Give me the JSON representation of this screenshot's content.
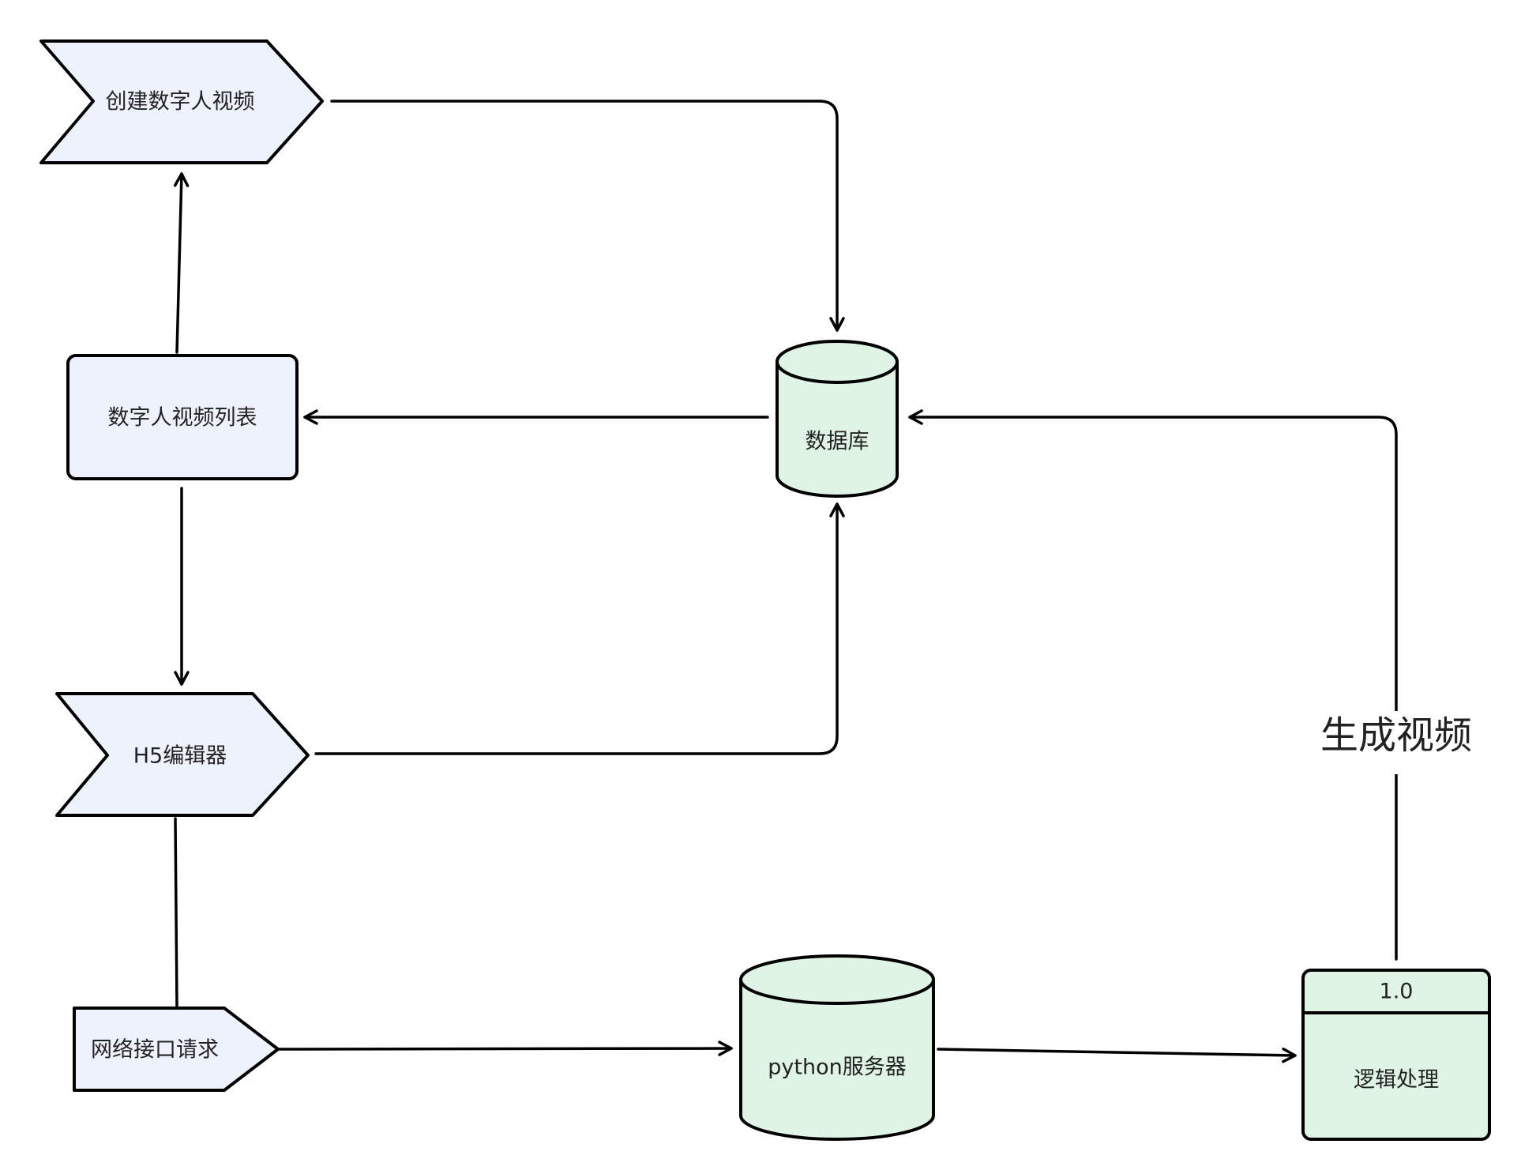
{
  "colors": {
    "process_fill": "#EEF2FD",
    "store_fill": "#DFF4E5",
    "stroke": "#000000",
    "text": "#222222",
    "background": "#FFFFFF"
  },
  "nodes": {
    "create_video": {
      "label": "创建数字人视频",
      "shape": "chevron"
    },
    "video_list": {
      "label": "数字人视频列表",
      "shape": "rounded-rectangle"
    },
    "h5_editor": {
      "label": "H5编辑器",
      "shape": "chevron"
    },
    "network_request": {
      "label": "网络接口请求",
      "shape": "pentagon-arrow"
    },
    "database": {
      "label": "数据库",
      "shape": "cylinder"
    },
    "python_server": {
      "label": "python服务器",
      "shape": "cylinder"
    },
    "logic_process": {
      "number": "1.0",
      "label": "逻辑处理",
      "shape": "process-box"
    }
  },
  "edges": {
    "generate_video": {
      "label": "生成视频"
    }
  }
}
